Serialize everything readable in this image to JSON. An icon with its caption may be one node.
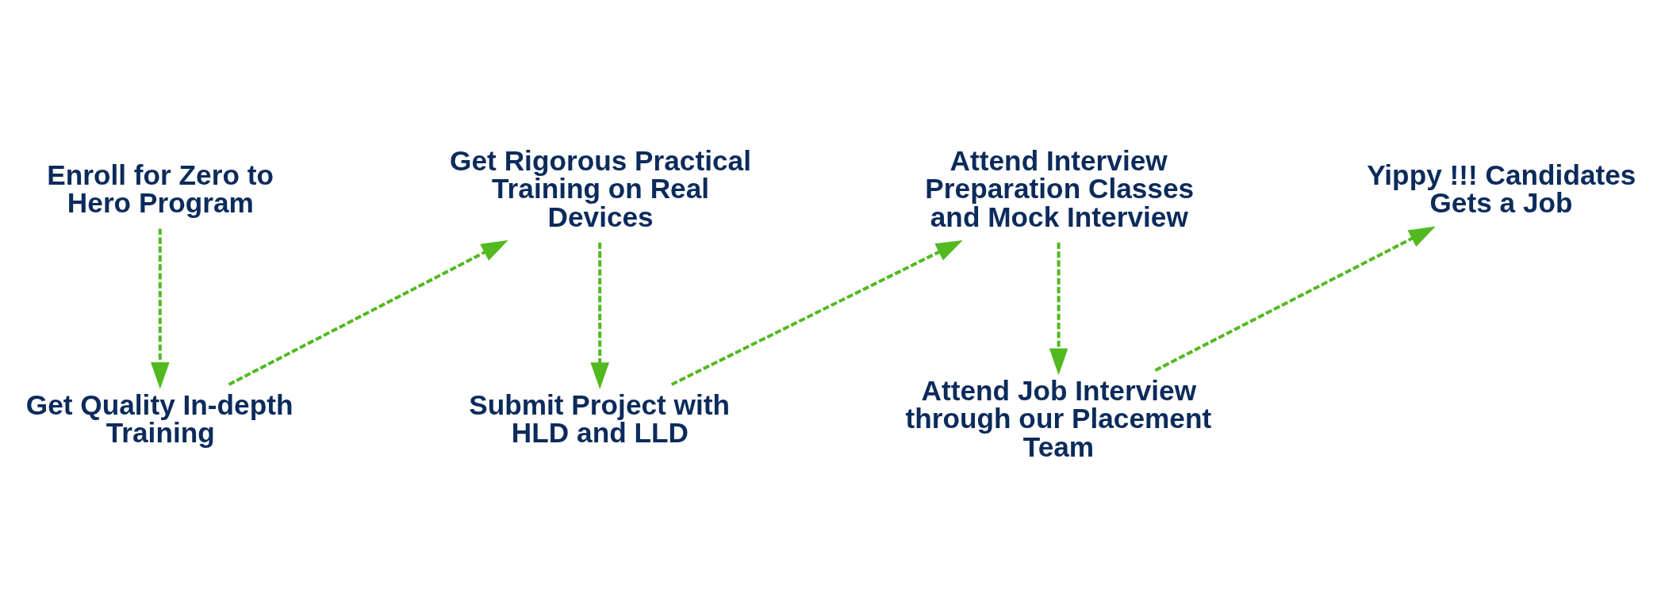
{
  "diagram": {
    "nodes": [
      {
        "text": [
          "Enroll for Zero to Hero Program"
        ]
      },
      {
        "text": [
          "Get Quality In-depth Training"
        ]
      },
      {
        "text": [
          "Get Rigorous Practical Training on Real Devices"
        ]
      },
      {
        "text": [
          "Submit Project with HLD and LLD"
        ]
      },
      {
        "text": [
          "Attend Interview Preparation Classes and Mock Interview"
        ]
      },
      {
        "text": [
          "Attend Job Interview through our Placement Team"
        ]
      },
      {
        "text": [
          "Yippy !!! Candidates Gets a Job"
        ]
      }
    ],
    "edges": [
      {
        "from": 0,
        "to": 1,
        "arrow": "to",
        "style": "dashed"
      },
      {
        "from": 1,
        "to": 2,
        "arrow": "to",
        "style": "dashed"
      },
      {
        "from": 2,
        "to": 3,
        "arrow": "to",
        "style": "dashed"
      },
      {
        "from": 3,
        "to": 4,
        "arrow": "to",
        "style": "dashed"
      },
      {
        "from": 4,
        "to": 5,
        "arrow": "to",
        "style": "dashed"
      },
      {
        "from": 5,
        "to": 6,
        "arrow": "to",
        "style": "dashed"
      }
    ]
  }
}
